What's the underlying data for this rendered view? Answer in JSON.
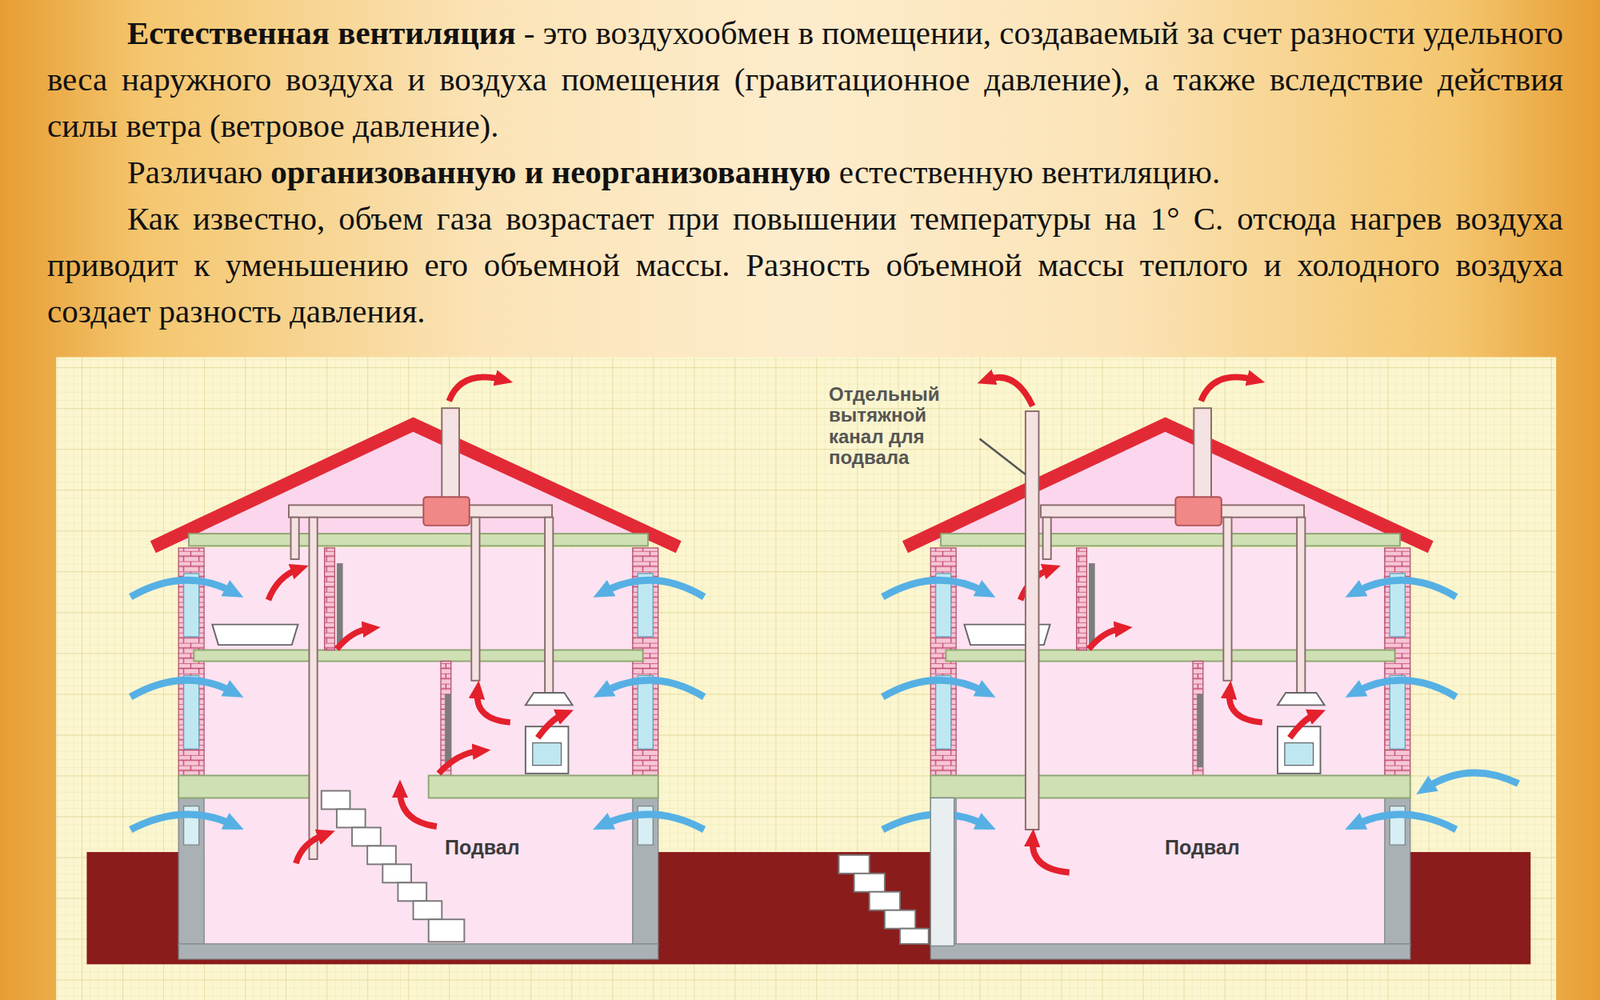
{
  "diagram": {
    "labels": [
      "Естественная вентиляция",
      "- это воздухообмен в помещении, создаваемый за счет разности удельного веса наружного воздуха и воздуха помещения (гравитационное давление), а также вследствие действия силы ветра (ветровое давление).",
      "Различаю",
      "организованную и неорганизованную",
      "естественную вентиляцию.",
      "Как известно, объем газа возрастает при повышении температуры на 1° С. отсюда нагрев воздуха приводит к уменьшению его объемной массы. Разность объемной массы теплого и холодного воздуха создает разность давления.",
      "Отдельный вытяжной канал для подвала",
      "Подвал",
      "Подвал"
    ]
  }
}
